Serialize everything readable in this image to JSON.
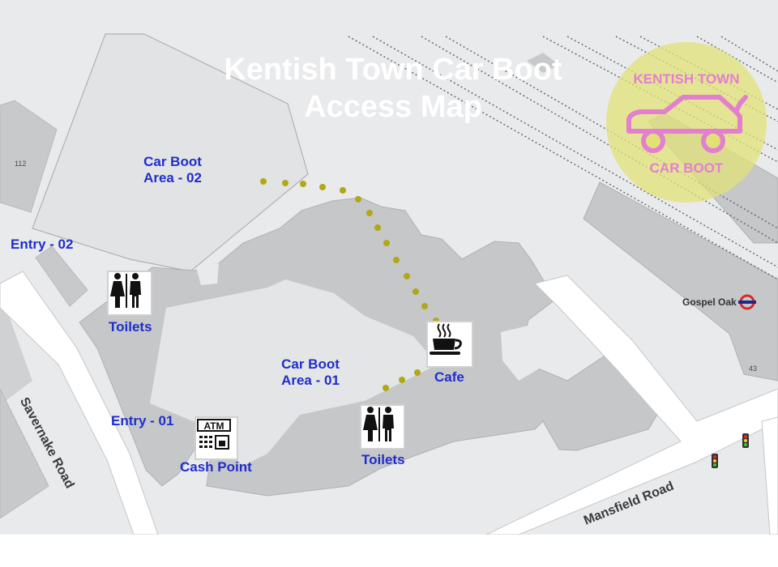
{
  "map": {
    "title_line1": "Kentish Town Car Boot",
    "title_line2": "Access Map",
    "areas": {
      "area02_line1": "Car Boot",
      "area02_line2": "Area - 02",
      "area01_line1": "Car Boot",
      "area01_line2": "Area - 01"
    },
    "entries": {
      "entry02": "Entry - 02",
      "entry01": "Entry - 01"
    },
    "facilities": {
      "toilets_west": "Toilets",
      "toilets_south": "Toilets",
      "cafe": "Cafe",
      "cash_point": "Cash Point",
      "atm_text": "ATM"
    },
    "roads": {
      "savernake": "Savernake Road",
      "mansfield": "Mansfield Road"
    },
    "station": "Gospel Oak",
    "building_numbers": {
      "b112": "112",
      "b43": "43"
    },
    "logo": {
      "top_text": "KENTISH TOWN",
      "bottom_text": "CAR BOOT",
      "color": "#e47fd0",
      "circle_color": "#e1e178"
    },
    "colors": {
      "label_blue": "#1f2ecb",
      "path_dots": "#b0a817",
      "building_grey": "#c8c9cb",
      "road_white": "#ffffff"
    },
    "icons": [
      "toilets-icon",
      "coffee-cup-icon",
      "atm-icon",
      "london-underground-roundel-icon",
      "traffic-light-icon"
    ]
  }
}
